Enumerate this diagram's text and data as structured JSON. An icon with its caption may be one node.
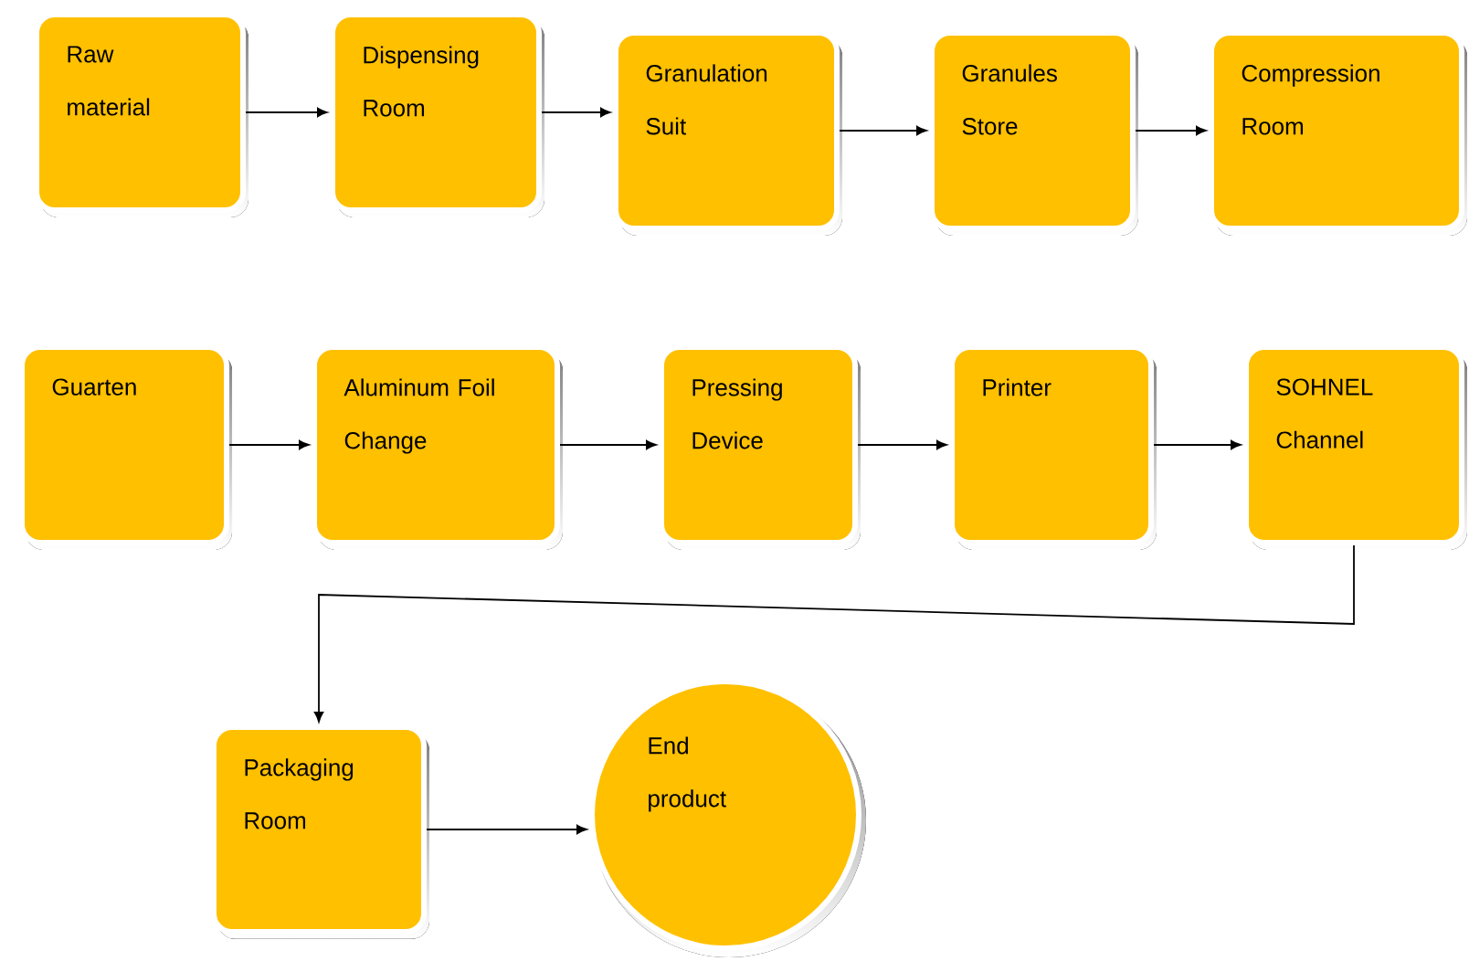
{
  "diagram": {
    "nodes": [
      {
        "text": [
          "Raw material"
        ]
      },
      {
        "text": [
          "Dispensing Room"
        ]
      },
      {
        "text": [
          "Granulation Suit"
        ]
      },
      {
        "text": [
          "Granules Store"
        ]
      },
      {
        "text": [
          "Compression Room"
        ]
      },
      {
        "text": [
          "Guarten"
        ]
      },
      {
        "text": [
          "Aluminum Foil Change"
        ]
      },
      {
        "text": [
          "Pressing Device"
        ]
      },
      {
        "text": [
          "Printer"
        ]
      },
      {
        "text": [
          "SOHNEL Channel"
        ]
      },
      {
        "text": [
          "Packaging Room"
        ]
      },
      {
        "text": [
          "End product"
        ]
      }
    ],
    "edges": [
      {
        "from": 0,
        "to": 1,
        "arrow": "to"
      },
      {
        "from": 1,
        "to": 2,
        "arrow": "to"
      },
      {
        "from": 2,
        "to": 3,
        "arrow": "to"
      },
      {
        "from": 3,
        "to": 4,
        "arrow": "to"
      },
      {
        "from": 5,
        "to": 6,
        "arrow": "to"
      },
      {
        "from": 6,
        "to": 7,
        "arrow": "to"
      },
      {
        "from": 7,
        "to": 8,
        "arrow": "to"
      },
      {
        "from": 8,
        "to": 9,
        "arrow": "to"
      },
      {
        "from": 9,
        "to": 10,
        "arrow": "to"
      },
      {
        "from": 10,
        "to": 11,
        "arrow": "to"
      }
    ]
  }
}
